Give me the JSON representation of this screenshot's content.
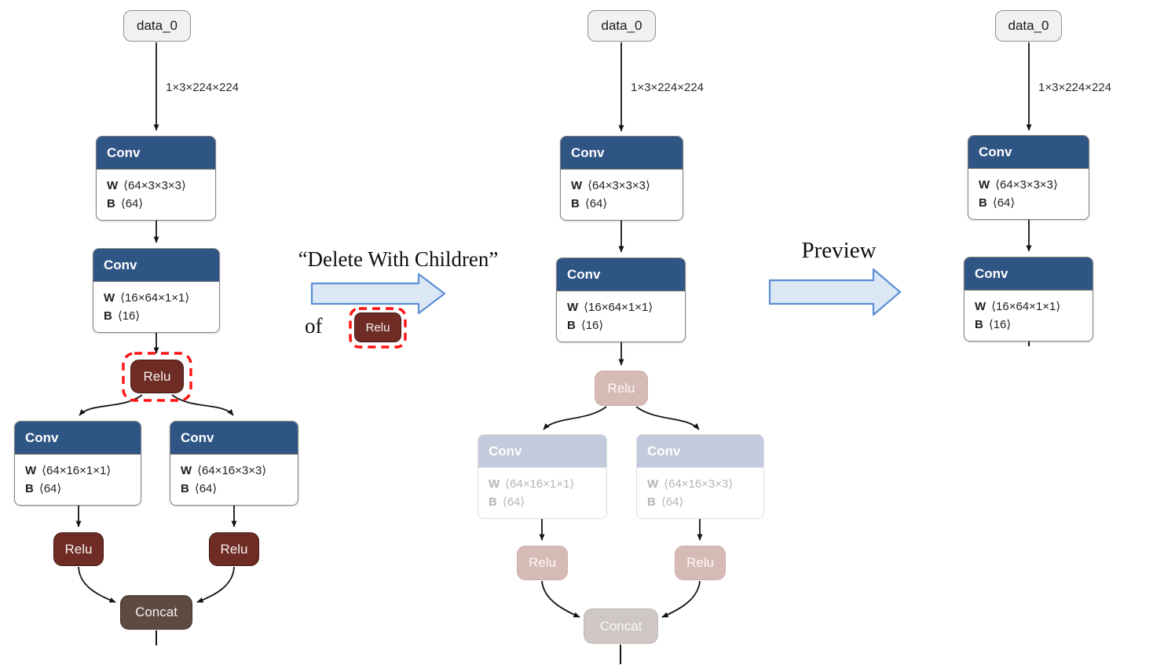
{
  "figure": {
    "step1": {
      "title": "“Delete With Children”",
      "of_label": "of",
      "selected_node": "Relu"
    },
    "step2": {
      "title": "Preview"
    }
  },
  "colors": {
    "conv-header": "#2f5584",
    "conv-header-faded": "#c2cadb",
    "relu-bg": "#6e2c25",
    "relu-bg-faded": "#d6bab5",
    "concat-bg": "#5d4b42",
    "concat-bg-faded": "#cfc7c3",
    "data-bg": "#f1f1f1",
    "highlight-red": "#ff1111",
    "arrow-fill": "#dbe7f5",
    "arrow-stroke": "#5b8fd4",
    "edge": "#141414"
  },
  "panels": [
    {
      "id": "original",
      "input": "data_0",
      "edge_label": "1×3×224×224",
      "conv_top": {
        "title": "Conv",
        "params": [
          {
            "k": "W",
            "v": "⟨64×3×3×3⟩"
          },
          {
            "k": "B",
            "v": "⟨64⟩"
          }
        ]
      },
      "conv_mid": {
        "title": "Conv",
        "params": [
          {
            "k": "W",
            "v": "⟨16×64×1×1⟩"
          },
          {
            "k": "B",
            "v": "⟨16⟩"
          }
        ]
      },
      "relu": "Relu",
      "branch_left": {
        "conv": {
          "title": "Conv",
          "params": [
            {
              "k": "W",
              "v": "⟨64×16×1×1⟩"
            },
            {
              "k": "B",
              "v": "⟨64⟩"
            }
          ]
        },
        "relu": "Relu"
      },
      "branch_right": {
        "conv": {
          "title": "Conv",
          "params": [
            {
              "k": "W",
              "v": "⟨64×16×3×3⟩"
            },
            {
              "k": "B",
              "v": "⟨64⟩"
            }
          ]
        },
        "relu": "Relu"
      },
      "concat": "Concat"
    },
    {
      "id": "marked-for-deletion",
      "input": "data_0",
      "edge_label": "1×3×224×224",
      "conv_top": {
        "title": "Conv",
        "params": [
          {
            "k": "W",
            "v": "⟨64×3×3×3⟩"
          },
          {
            "k": "B",
            "v": "⟨64⟩"
          }
        ]
      },
      "conv_mid": {
        "title": "Conv",
        "params": [
          {
            "k": "W",
            "v": "⟨16×64×1×1⟩"
          },
          {
            "k": "B",
            "v": "⟨16⟩"
          }
        ]
      },
      "relu": "Relu",
      "branch_left": {
        "conv": {
          "title": "Conv",
          "params": [
            {
              "k": "W",
              "v": "⟨64×16×1×1⟩"
            },
            {
              "k": "B",
              "v": "⟨64⟩"
            }
          ]
        },
        "relu": "Relu"
      },
      "branch_right": {
        "conv": {
          "title": "Conv",
          "params": [
            {
              "k": "W",
              "v": "⟨64×16×3×3⟩"
            },
            {
              "k": "B",
              "v": "⟨64⟩"
            }
          ]
        },
        "relu": "Relu"
      },
      "concat": "Concat"
    },
    {
      "id": "preview-result",
      "input": "data_0",
      "edge_label": "1×3×224×224",
      "conv_top": {
        "title": "Conv",
        "params": [
          {
            "k": "W",
            "v": "⟨64×3×3×3⟩"
          },
          {
            "k": "B",
            "v": "⟨64⟩"
          }
        ]
      },
      "conv_mid": {
        "title": "Conv",
        "params": [
          {
            "k": "W",
            "v": "⟨16×64×1×1⟩"
          },
          {
            "k": "B",
            "v": "⟨16⟩"
          }
        ]
      }
    }
  ]
}
